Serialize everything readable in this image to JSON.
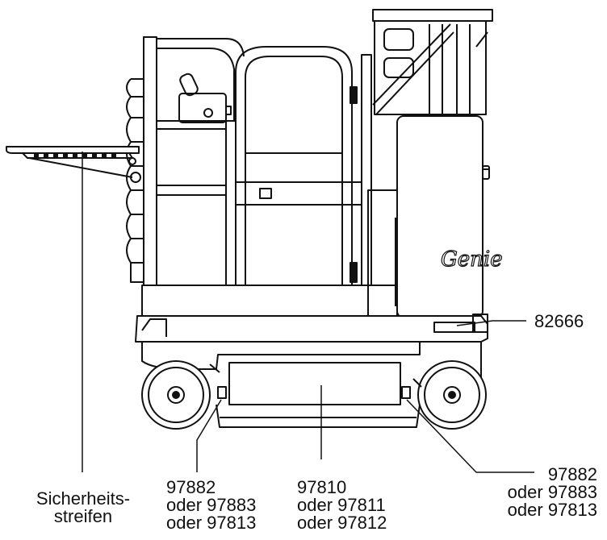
{
  "brand": "Genie",
  "callouts": {
    "safety_stripe": [
      "Sicherheits-",
      "streifen"
    ],
    "label_82666": "82666",
    "lower_left": [
      "97882",
      "oder 97883",
      "oder 97813"
    ],
    "lower_center": [
      "97810",
      "oder 97811",
      "oder 97812"
    ],
    "lower_right": [
      "97882",
      "oder 97883",
      "oder 97813"
    ]
  }
}
